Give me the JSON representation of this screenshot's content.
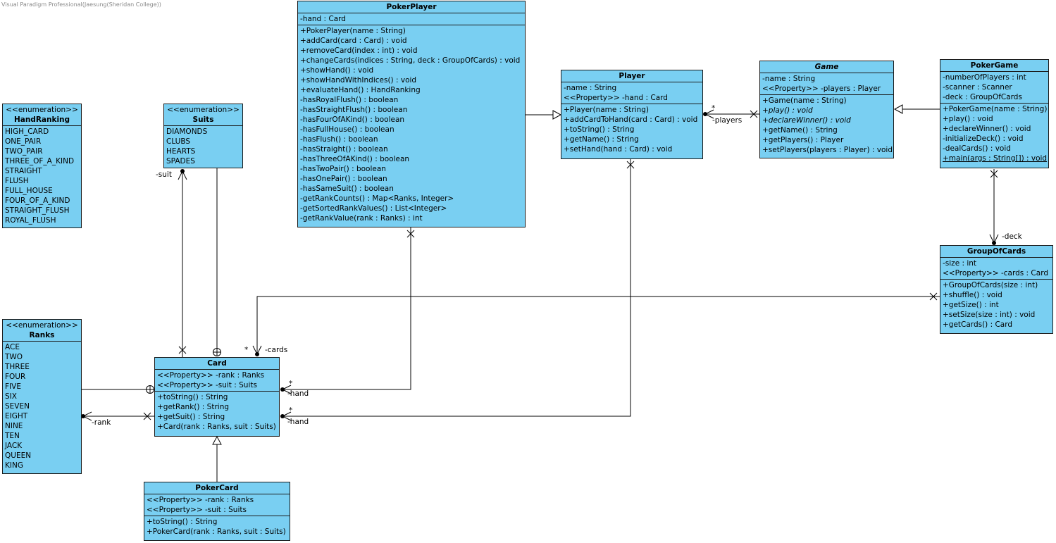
{
  "watermark": "Visual Paradigm Professional(Jaesung(Sheridan College))",
  "classes": {
    "handRanking": {
      "stereotype": "<<enumeration>>",
      "name": "HandRanking",
      "attributes": [],
      "literals": [
        "HIGH_CARD",
        "ONE_PAIR",
        "TWO_PAIR",
        "THREE_OF_A_KIND",
        "STRAIGHT",
        "FLUSH",
        "FULL_HOUSE",
        "FOUR_OF_A_KIND",
        "STRAIGHT_FLUSH",
        "ROYAL_FLUSH"
      ]
    },
    "suits": {
      "stereotype": "<<enumeration>>",
      "name": "Suits",
      "literals": [
        "DIAMONDS",
        "CLUBS",
        "HEARTS",
        "SPADES"
      ]
    },
    "ranks": {
      "stereotype": "<<enumeration>>",
      "name": "Ranks",
      "literals": [
        "ACE",
        "TWO",
        "THREE",
        "FOUR",
        "FIVE",
        "SIX",
        "SEVEN",
        "EIGHT",
        "NINE",
        "TEN",
        "JACK",
        "QUEEN",
        "KING"
      ]
    },
    "pokerPlayer": {
      "name": "PokerPlayer",
      "attributes": [
        "-hand : Card"
      ],
      "operations": [
        "+PokerPlayer(name : String)",
        "+addCard(card : Card) : void",
        "+removeCard(index : int) : void",
        "+changeCards(indices : String, deck : GroupOfCards) : void",
        "+showHand() : void",
        "+showHandWithIndices() : void",
        "+evaluateHand() : HandRanking",
        "-hasRoyalFlush() : boolean",
        "-hasStraightFlush() : boolean",
        "-hasFourOfAKind() : boolean",
        "-hasFullHouse() : boolean",
        "-hasFlush() : boolean",
        "-hasStraight() : boolean",
        "-hasThreeOfAKind() : boolean",
        "-hasTwoPair() : boolean",
        "-hasOnePair() : boolean",
        "-hasSameSuit() : boolean",
        "-getRankCounts() : Map<Ranks, Integer>",
        "-getSortedRankValues() : List<Integer>",
        "-getRankValue(rank : Ranks) : int"
      ]
    },
    "player": {
      "name": "Player",
      "attributes": [
        "-name : String",
        "<<Property>> -hand : Card"
      ],
      "operations": [
        "+Player(name : String)",
        "+addCardToHand(card : Card) : void",
        "+toString() : String",
        "+getName() : String",
        "+setHand(hand : Card) : void"
      ]
    },
    "game": {
      "name": "Game",
      "attributes": [
        "-name : String",
        "<<Property>> -players : Player"
      ],
      "operations": [
        "+Game(name : String)",
        "+play() : void",
        "+declareWinner() : void",
        "+getName() : String",
        "+getPlayers() : Player",
        "+setPlayers(players : Player) : void"
      ]
    },
    "pokerGame": {
      "name": "PokerGame",
      "attributes": [
        "-numberOfPlayers : int",
        "-scanner : Scanner",
        "-deck : GroupOfCards"
      ],
      "operations": [
        "+PokerGame(name : String)",
        "+play() : void",
        "+declareWinner() : void",
        "-initializeDeck() : void",
        "-dealCards() : void",
        "+main(args : String[]) : void"
      ]
    },
    "groupOfCards": {
      "name": "GroupOfCards",
      "attributes": [
        "-size : int",
        "<<Property>> -cards : Card"
      ],
      "operations": [
        "+GroupOfCards(size : int)",
        "+shuffle() : void",
        "+getSize() : int",
        "+setSize(size : int) : void",
        "+getCards() : Card"
      ]
    },
    "card": {
      "name": "Card",
      "attributes": [
        "<<Property>> -rank : Ranks",
        "<<Property>> -suit : Suits"
      ],
      "operations": [
        "+toString() : String",
        "+getRank() : String",
        "+getSuit() : String",
        "+Card(rank : Ranks, suit : Suits)"
      ]
    },
    "pokerCard": {
      "name": "PokerCard",
      "attributes": [
        "<<Property>> -rank : Ranks",
        "<<Property>> -suit : Suits"
      ],
      "operations": [
        "+toString() : String",
        "+PokerCard(rank : Ranks, suit : Suits)"
      ]
    }
  },
  "labels": {
    "suit": "-suit",
    "rank": "-rank",
    "cards": "-cards",
    "cardsMult": "*",
    "handPP": "-hand",
    "handPPMult": "*",
    "handP": "-hand",
    "handPMult": "*",
    "players": "-players",
    "playersMult": "*",
    "deck": "-deck"
  }
}
